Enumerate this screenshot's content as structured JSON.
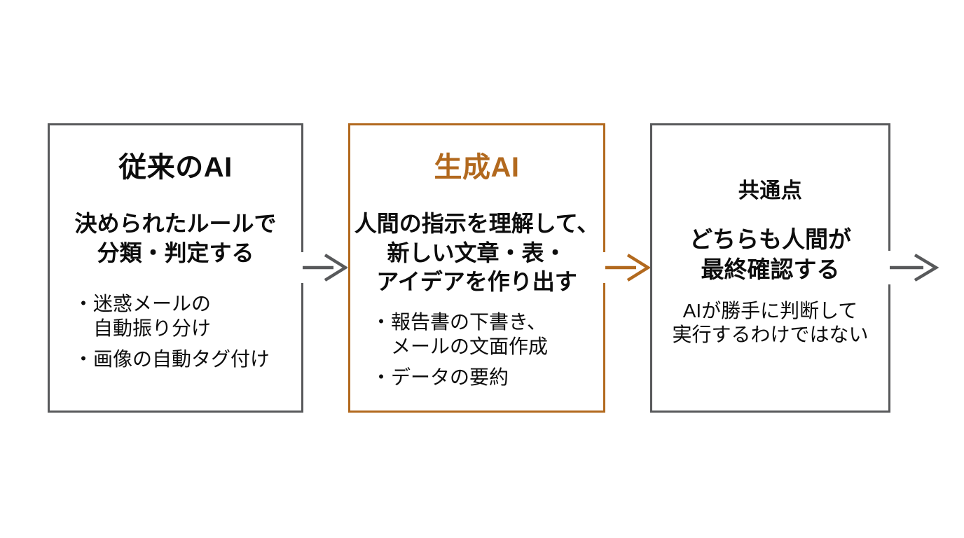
{
  "page": {
    "background": "#ffffff"
  },
  "diagram": {
    "bullet_char": "・",
    "colors": {
      "box_border_gray": "#58595B",
      "accent_orange": "#B2691E",
      "arrow_gray": "#58595B",
      "text_black": "#0D0D0D"
    },
    "boxes": [
      {
        "name": "traditional-ai",
        "title": "従来のAI",
        "title_color": "#0D0D0D",
        "border_color": "#58595B",
        "subtitle_lines": [
          "決められたルールで",
          "分類・判定する"
        ],
        "bullets": [
          {
            "lines": [
              "迷惑メールの",
              "自動振り分け"
            ]
          },
          {
            "lines": [
              "画像の自動タグ付け"
            ]
          }
        ]
      },
      {
        "name": "generative-ai",
        "title": "生成AI",
        "title_color": "#B2691E",
        "border_color": "#B2691E",
        "subtitle_lines": [
          "人間の指示を理解して、",
          "新しい文章・表・",
          "アイデアを作り出す"
        ],
        "bullets": [
          {
            "lines": [
              "報告書の下書き、",
              "メールの文面作成"
            ]
          },
          {
            "lines": [
              "データの要約"
            ]
          }
        ]
      },
      {
        "name": "common-points",
        "title": "共通点",
        "title_color": "#0D0D0D",
        "border_color": "#58595B",
        "subtitle_lines": [
          "どちらも人間が",
          "最終確認する"
        ],
        "body_lines": [
          "AIが勝手に判断して",
          "実行するわけではない"
        ]
      }
    ],
    "arrows": [
      {
        "name": "traditional-to-generative",
        "direction": "right",
        "color": "#58595B"
      },
      {
        "name": "generative-to-common",
        "direction": "right",
        "color": "#B2691E"
      },
      {
        "name": "common-out",
        "direction": "right",
        "color": "#58595B"
      }
    ]
  }
}
